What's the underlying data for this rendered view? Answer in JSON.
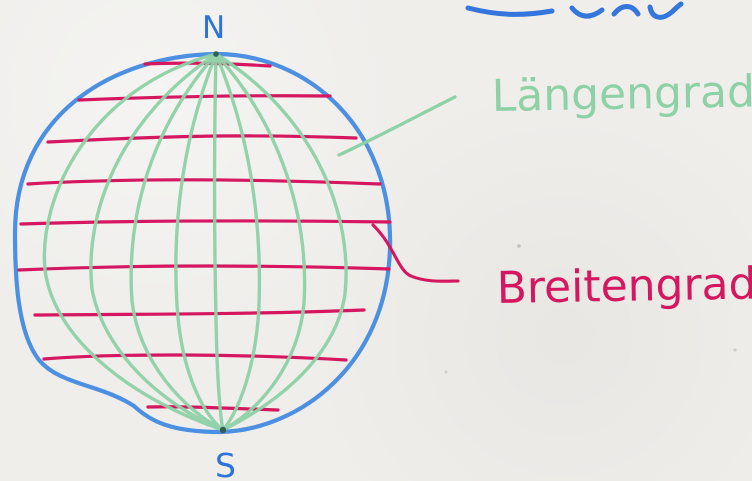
{
  "labels": {
    "north": "N",
    "south": "S",
    "longitude": "Längengrad",
    "latitude": "Breitengrad"
  },
  "colors": {
    "globe_outline": "#4d8fe0",
    "longitude_lines": "#8fd1a7",
    "latitude_lines": "#d5175f",
    "north_south_letters": "#2f73d8"
  },
  "icons": {
    "globe": "globe-icon"
  }
}
